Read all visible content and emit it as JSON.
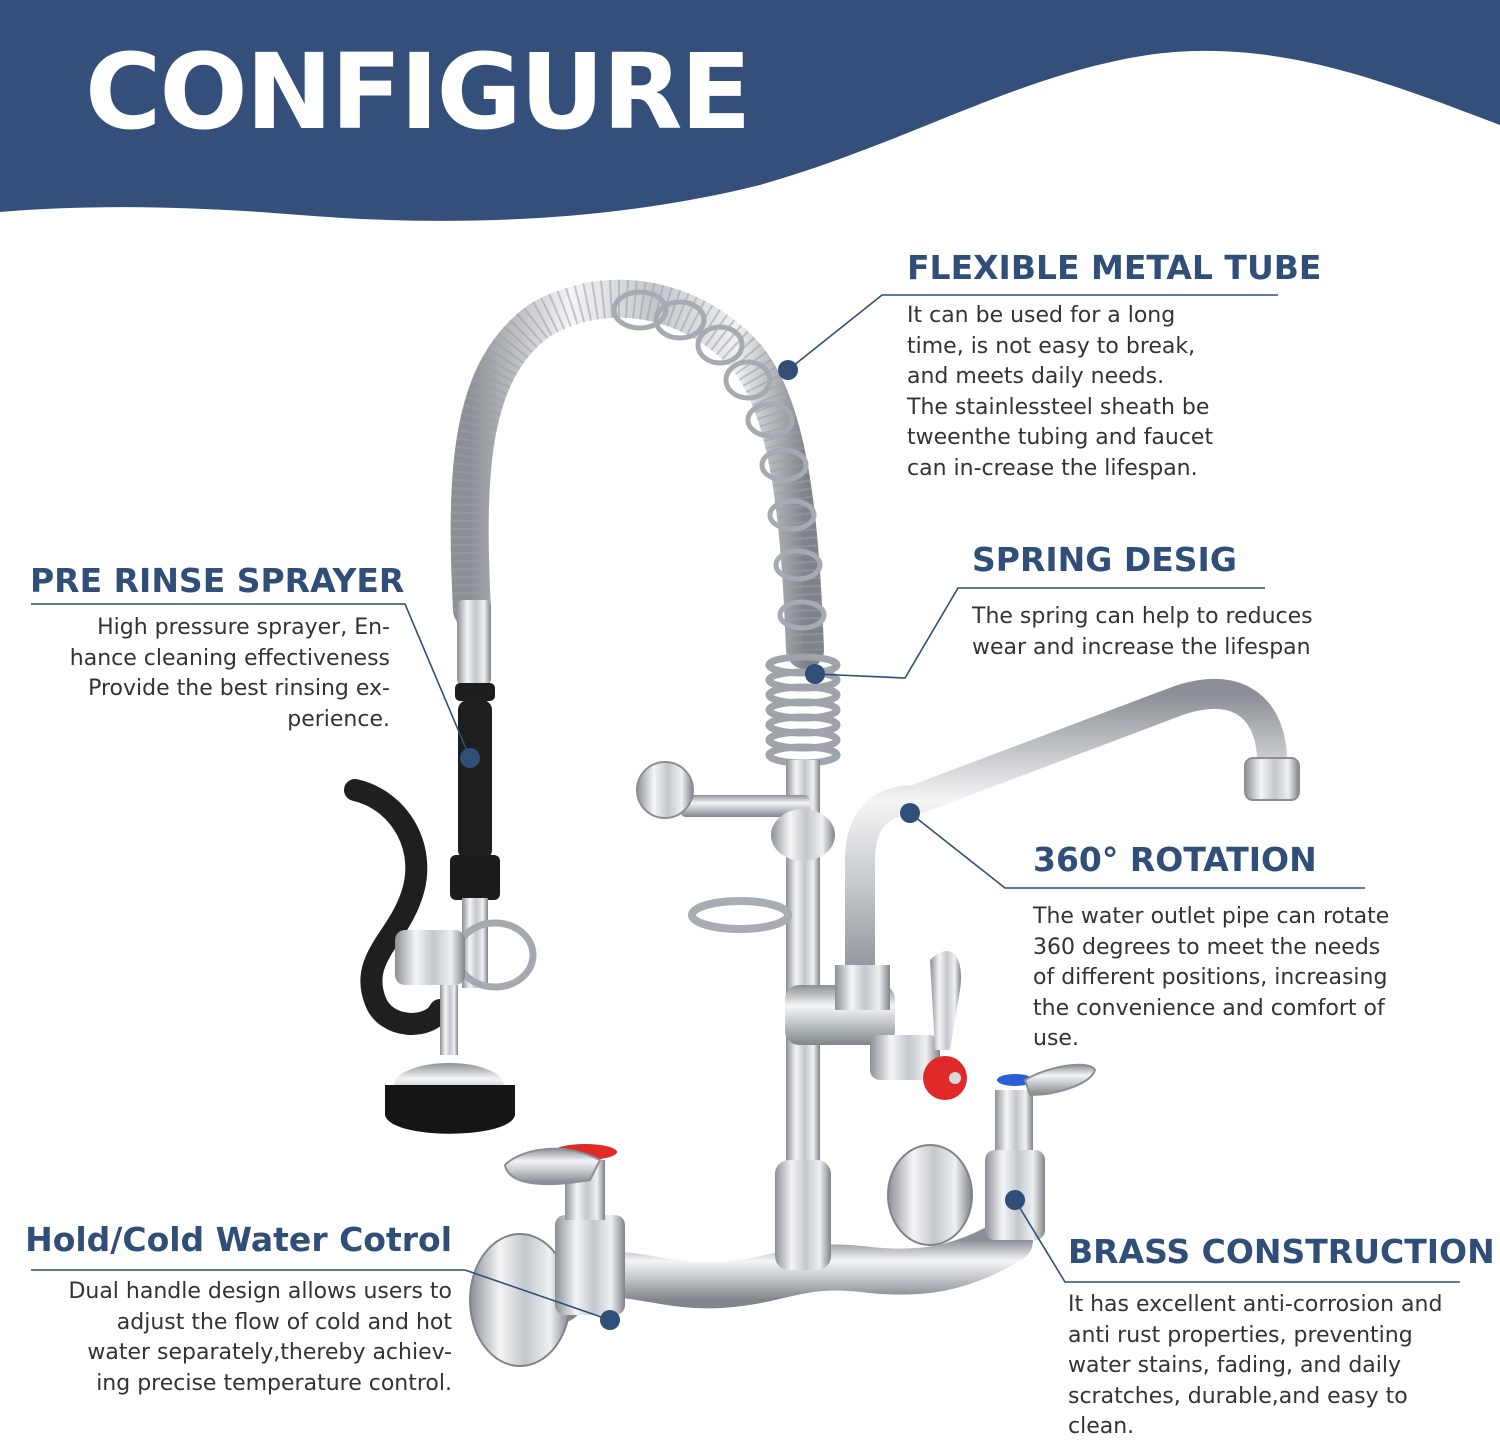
{
  "header": {
    "title": "CONFIGURE",
    "colors": {
      "banner": "#34507a",
      "accent": "#2f4e78",
      "text": "#333333"
    }
  },
  "callouts": {
    "flexible_tube": {
      "title": "FLEXIBLE METAL TUBE",
      "body": "It can be used for a long\ntime, is not easy to break,\nand meets daily needs.\nThe stainlessteel sheath be\ntweenthe tubing and faucet\ncan in-crease the lifespan."
    },
    "pre_rinse": {
      "title": "PRE RINSE SPRAYER",
      "body": "High pressure sprayer, En-\nhance cleaning effectiveness\nProvide the best rinsing ex-\nperience."
    },
    "spring": {
      "title": "SPRING DESIG",
      "body": "The spring can help to reduces\nwear and increase the lifespan"
    },
    "rotation": {
      "title": "360° ROTATION",
      "body": "The water outlet pipe can rotate\n360 degrees to meet the needs\nof different positions, increasing\nthe convenience and comfort of\nuse."
    },
    "water_control": {
      "title": "Hold/Cold Water Cotrol",
      "body": "Dual handle design allows users to\nadjust the flow of cold and hot\nwater separately,thereby achiev-\ning precise temperature control."
    },
    "brass": {
      "title": "BRASS CONSTRUCTION",
      "body": "It has excellent anti-corrosion and\nanti rust properties, preventing\nwater stains, fading, and daily\nscratches, durable,and easy to\nclean."
    }
  },
  "image": {
    "subject": "pre-rinse-faucet-icon"
  }
}
